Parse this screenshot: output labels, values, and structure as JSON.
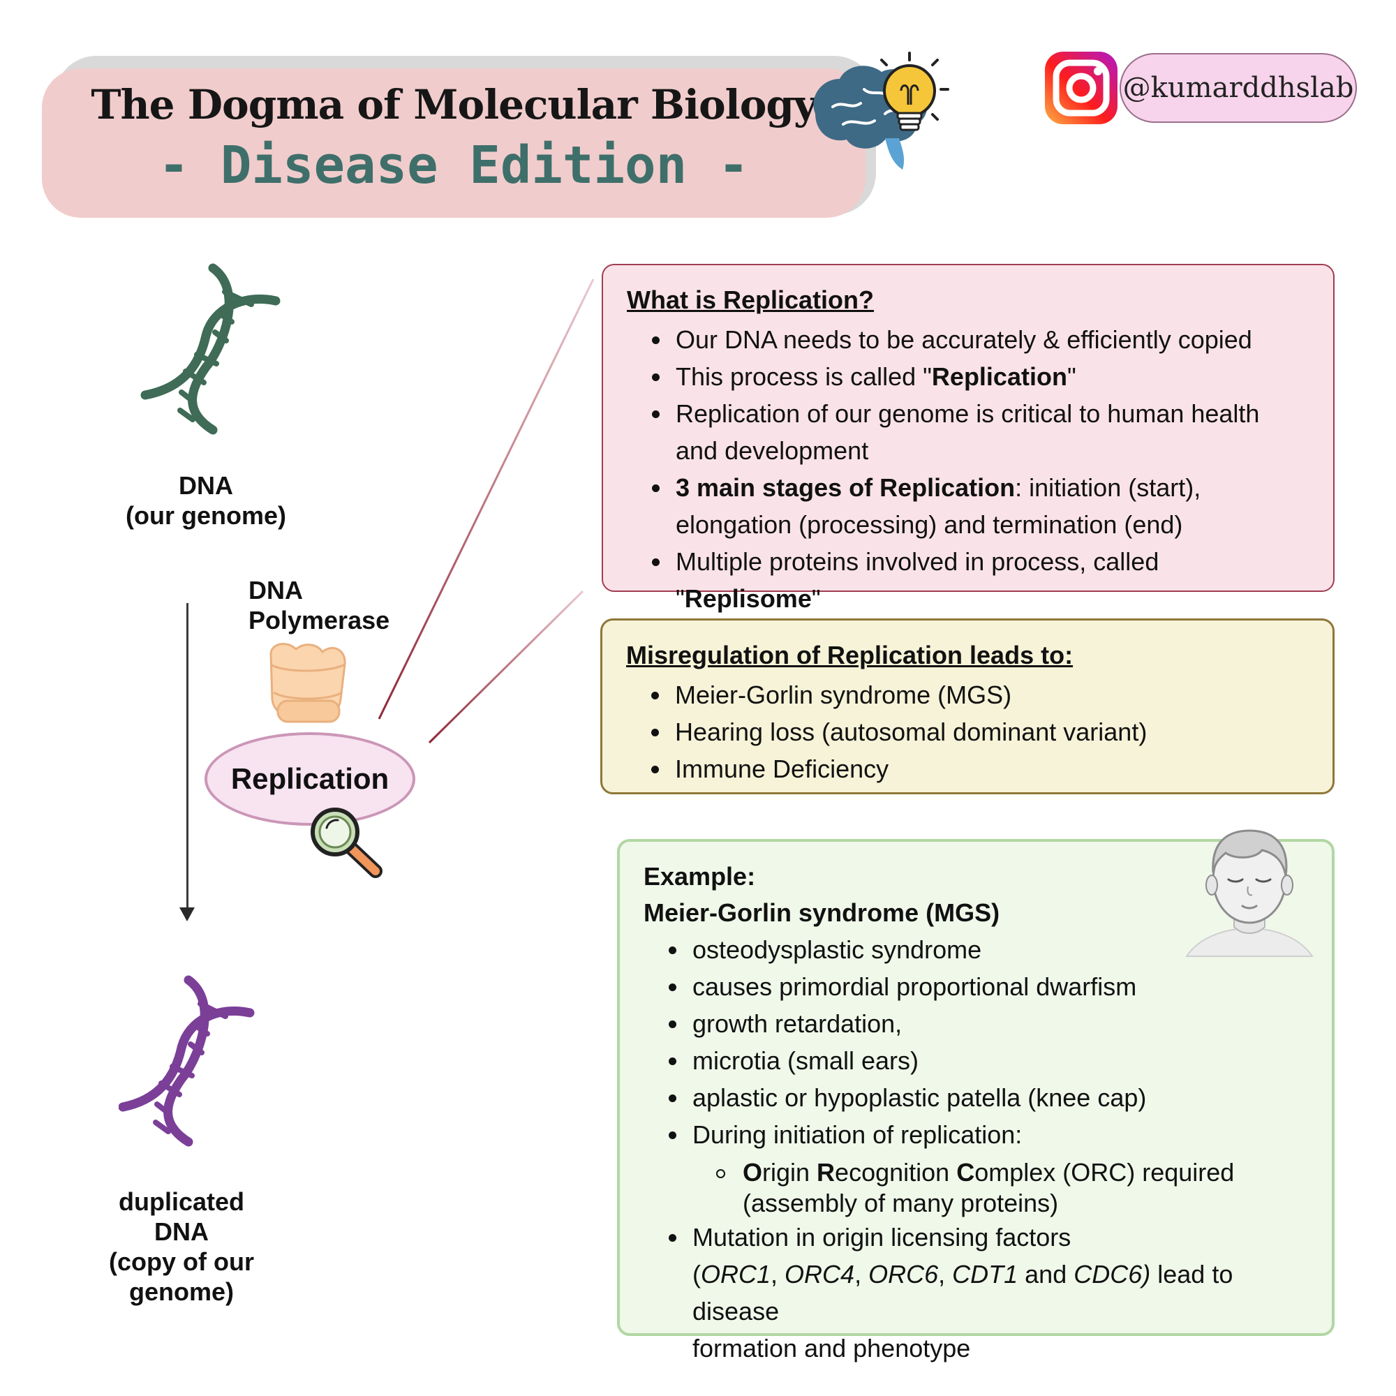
{
  "header": {
    "title": "The Dogma of Molecular Biology",
    "subtitle": "- Disease Edition -",
    "brain_icon": "brain-lightbulb-icon"
  },
  "social": {
    "icon": "instagram-icon",
    "handle": "@kumarddhslab"
  },
  "left_panel": {
    "dna_label_line1": "DNA",
    "dna_label_line2": "(our genome)",
    "polymerase_line1": "DNA",
    "polymerase_line2": "Polymerase",
    "process_label": "Replication",
    "duplicated_line1": "duplicated",
    "duplicated_line2": "DNA",
    "duplicated_line3": "(copy of our",
    "duplicated_line4": "genome)",
    "dna_color": "#3f6b57",
    "duplicated_dna_color": "#7b3f98"
  },
  "what_box": {
    "heading": "What is Replication?",
    "b1": "Our DNA needs to be accurately & efficiently copied",
    "b2_pre": "This process is called \"",
    "b2_bold": "Replication",
    "b2_post": "\"",
    "b3_line1": "Replication of our genome is critical to human health",
    "b3_line2": "and development",
    "b4_bold": "3 main stages of Replication",
    "b4_rest": ": initiation (start),",
    "b4_line2": "elongation (processing) and termination (end)",
    "b5_pre": "Multiple proteins involved in process, called \"",
    "b5_bold": "Replisome",
    "b5_post": "\""
  },
  "misregulation_box": {
    "heading": "Misregulation of Replication leads to:",
    "items": [
      "Meier-Gorlin syndrome (MGS)",
      "Hearing loss (autosomal dominant variant)",
      "Immune Deficiency"
    ]
  },
  "example_box": {
    "heading1": "Example:",
    "heading2": "Meier-Gorlin syndrome (MGS)",
    "items": [
      "osteodysplastic syndrome",
      "causes primordial proportional dwarfism",
      "growth retardation,",
      "microtia (small ears)",
      "aplastic or hypoplastic patella (knee cap)",
      "During initiation of replication:"
    ],
    "orc_o": "O",
    "orc_rigin": "rigin ",
    "orc_r": "R",
    "orc_ecognition": "ecognition ",
    "orc_c": "C",
    "orc_omplex": "omplex (ORC) required",
    "orc_line2": "(assembly of many proteins)",
    "mutation_line1": "Mutation in origin licensing factors",
    "mutation_open": "(",
    "gene1": "ORC1",
    "sep1": ", ",
    "gene2": "ORC4",
    "sep2": ", ",
    "gene3": "ORC6",
    "sep3": ", ",
    "gene4": "CDT1",
    "and": " and ",
    "gene5": "CDC6)",
    "mutation_rest": " lead to disease",
    "mutation_line3": "formation and phenotype",
    "person_icon": "child-face-icon"
  },
  "colors": {
    "title_bg": "#f1cccc",
    "subtitle": "#3f6f6a",
    "what_bg": "#fae3e8",
    "mis_bg": "#f6f3d8",
    "example_bg": "#f0f8ea",
    "connector": "#a13d52"
  }
}
